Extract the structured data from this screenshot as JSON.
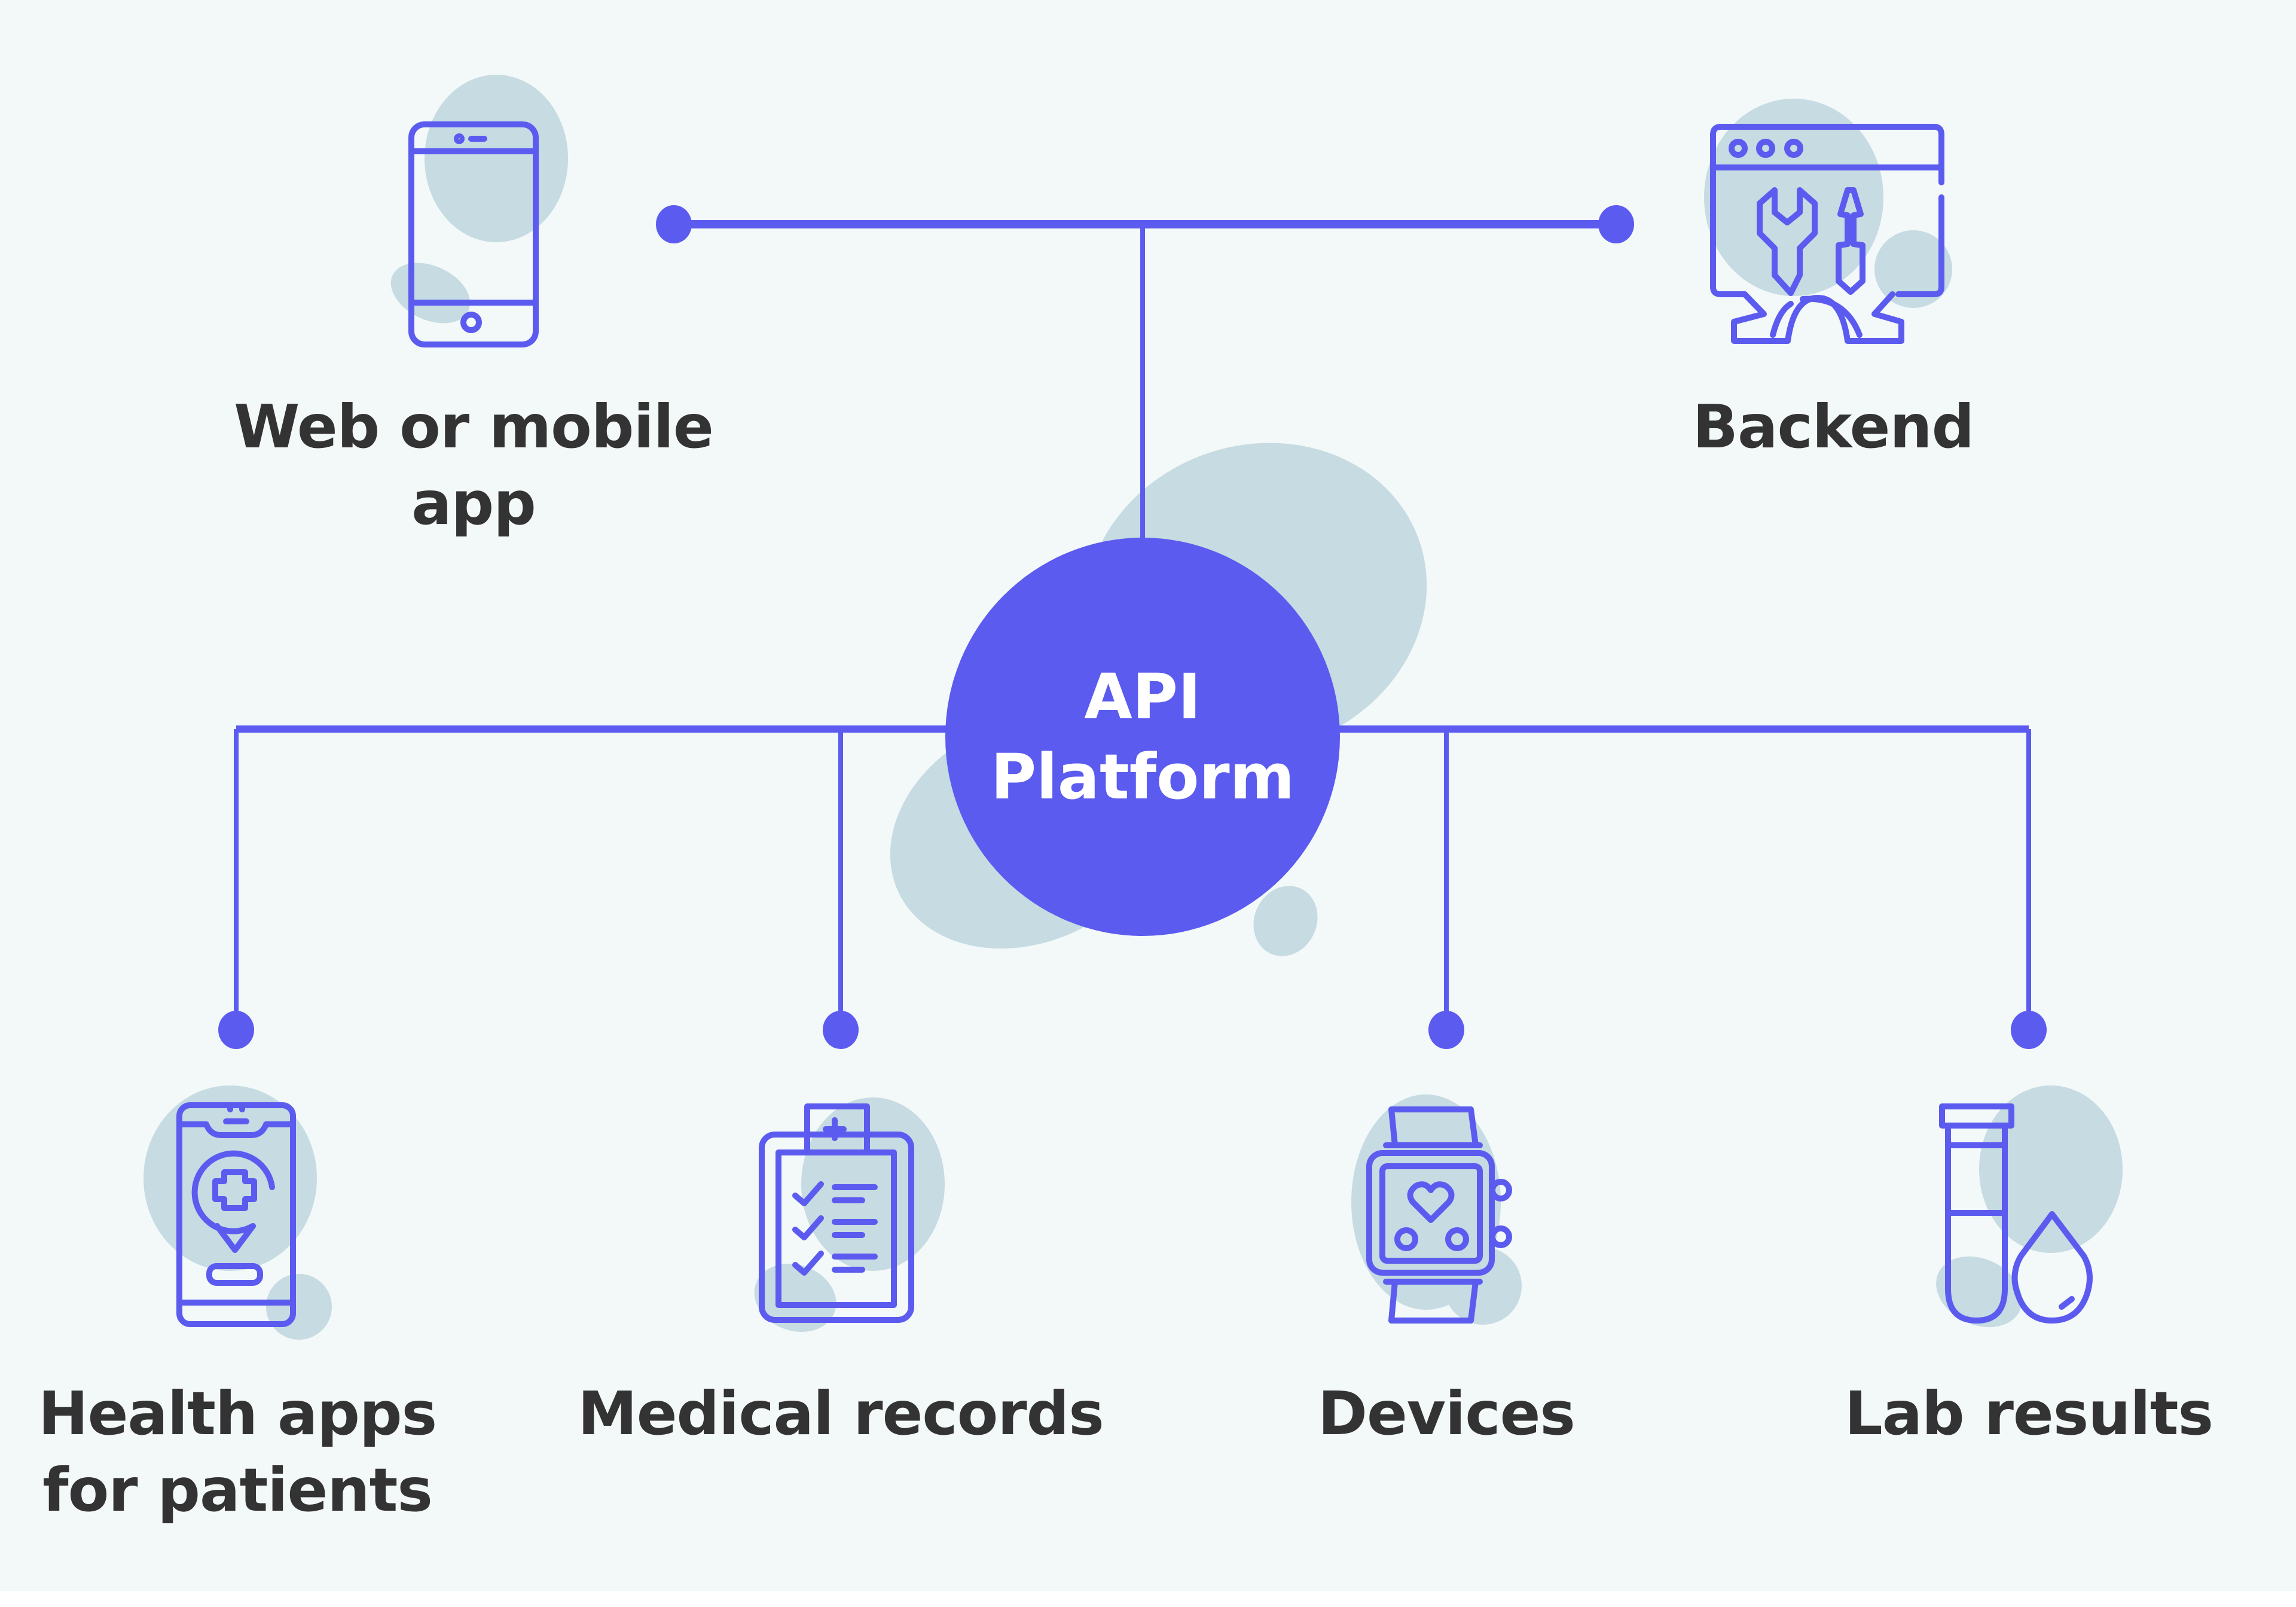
{
  "diagram": {
    "title": "API Platform",
    "colors": {
      "accent": "#5b5bf0",
      "blob": "#c6dbe2",
      "background": "#f3f8f8",
      "text": "#333333",
      "center_text": "#ffffff"
    },
    "center": {
      "line1": "API",
      "line2": "Platform"
    },
    "top_nodes": [
      {
        "id": "web-mobile-app",
        "icon": "smartphone-icon",
        "label_lines": [
          "Web or mobile",
          "app"
        ]
      },
      {
        "id": "backend",
        "icon": "browser-tools-gear-icon",
        "label_lines": [
          "Backend"
        ]
      }
    ],
    "bottom_nodes": [
      {
        "id": "health-apps",
        "icon": "phone-medical-pin-icon",
        "label_lines": [
          "Health apps",
          "for patients"
        ]
      },
      {
        "id": "medical-records",
        "icon": "medical-clipboard-icon",
        "label_lines": [
          "Medical records"
        ]
      },
      {
        "id": "devices",
        "icon": "smartwatch-heart-icon",
        "label_lines": [
          "Devices"
        ]
      },
      {
        "id": "lab-results",
        "icon": "test-tube-drop-icon",
        "label_lines": [
          "Lab results"
        ]
      }
    ]
  }
}
